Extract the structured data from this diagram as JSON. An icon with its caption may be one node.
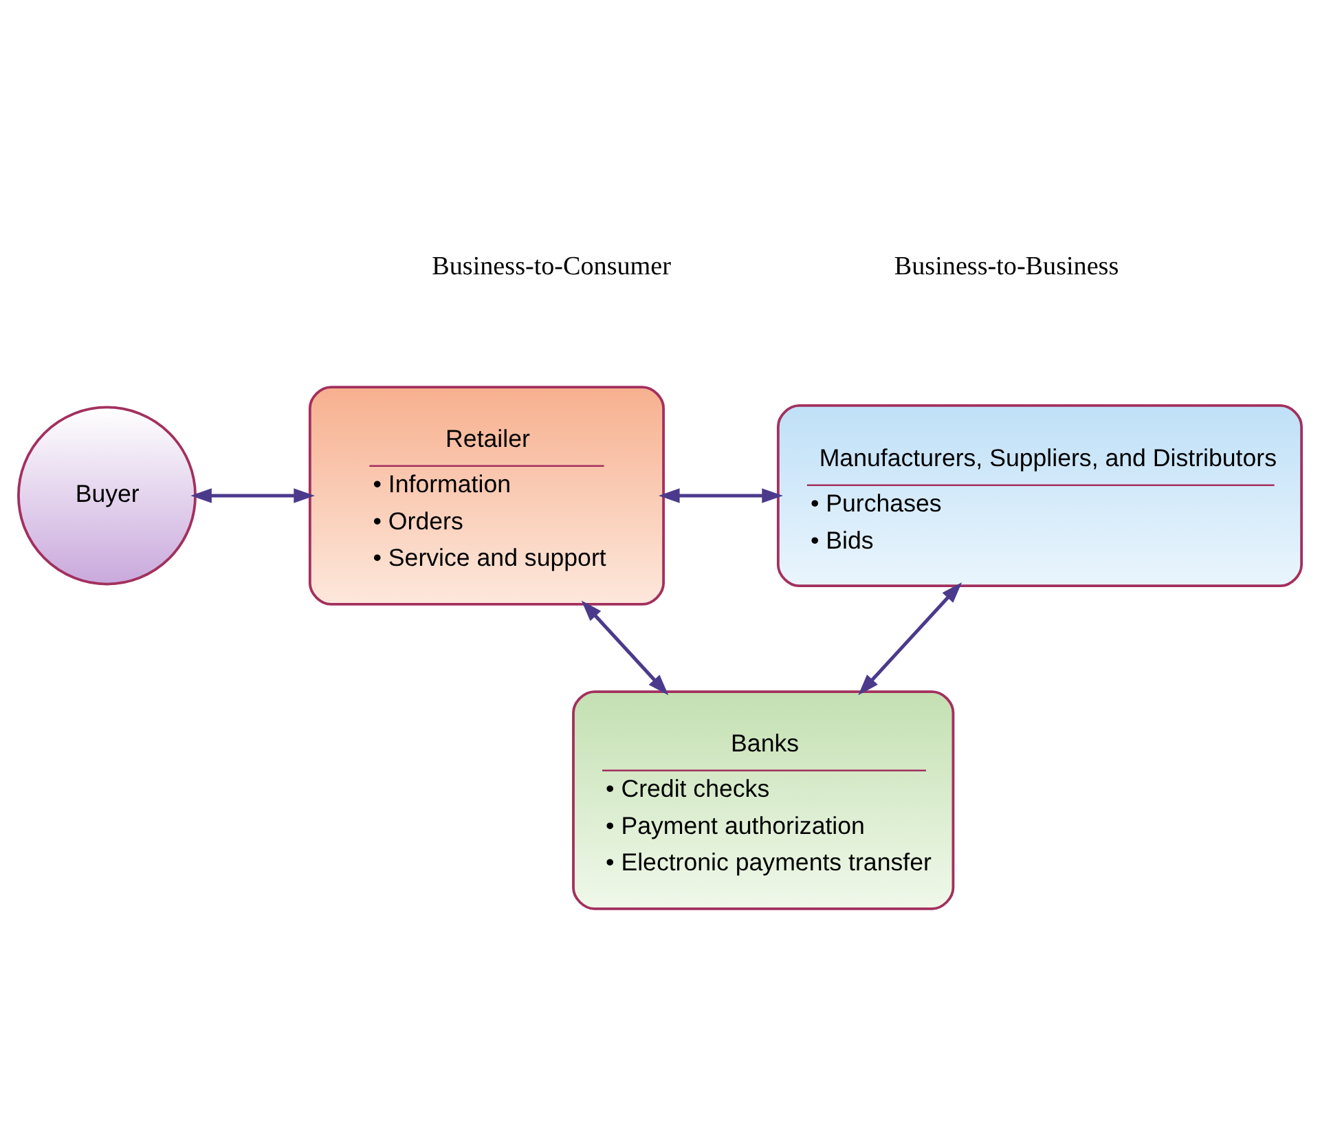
{
  "diagram": {
    "nodes": [
      {
        "text": [
          "Buyer"
        ]
      },
      {
        "text": [
          "Retailer",
          "• Information",
          "• Orders",
          "• Service and support"
        ]
      },
      {
        "text": [
          "Manufacturers, Suppliers, and Distributors",
          "• Purchases",
          "• Bids"
        ]
      },
      {
        "text": [
          "Banks",
          "• Credit checks",
          "• Payment authorization",
          "• Electronic payments transfer"
        ]
      }
    ],
    "edges": [
      {
        "from": 0,
        "to": 1,
        "arrow": "both"
      },
      {
        "from": 1,
        "to": 2,
        "arrow": "both"
      },
      {
        "from": 1,
        "to": 3,
        "arrow": "both"
      },
      {
        "from": 2,
        "to": 3,
        "arrow": "both"
      }
    ],
    "labels": [
      "Business-to-Consumer",
      "Business-to-Business"
    ]
  }
}
